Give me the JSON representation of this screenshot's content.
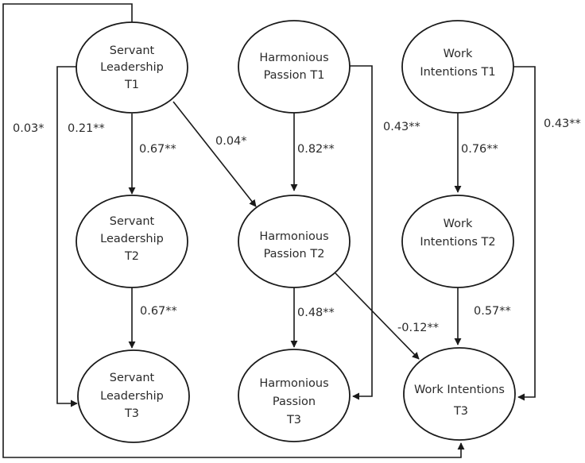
{
  "diagram": {
    "type": "path-model",
    "colors": {
      "stroke": "#1a1a1a",
      "text": "#2b2b2b",
      "background": "#ffffff"
    },
    "nodes": {
      "sl1": {
        "lines": [
          "Servant",
          "Leadership",
          "T1"
        ]
      },
      "hp1": {
        "lines": [
          "Harmonious",
          "Passion T1"
        ]
      },
      "wi1": {
        "lines": [
          "Work",
          "Intentions T1"
        ]
      },
      "sl2": {
        "lines": [
          "Servant",
          "Leadership",
          "T2"
        ]
      },
      "hp2": {
        "lines": [
          "Harmonious",
          "Passion T2"
        ]
      },
      "wi2": {
        "lines": [
          "Work",
          "Intentions T2"
        ]
      },
      "sl3": {
        "lines": [
          "Servant",
          "Leadership",
          "T3"
        ]
      },
      "hp3": {
        "lines": [
          "Harmonious",
          "Passion",
          "T3"
        ]
      },
      "wi3": {
        "lines": [
          "Work Intentions",
          "T3"
        ]
      }
    },
    "edges": {
      "sl1_wi3": {
        "from": "Servant Leadership T1",
        "to": "Work Intentions T3",
        "label": "0.03*"
      },
      "sl1_sl3": {
        "from": "Servant Leadership T1",
        "to": "Servant Leadership T3",
        "label": "0.21**"
      },
      "sl1_sl2": {
        "from": "Servant Leadership T1",
        "to": "Servant Leadership T2",
        "label": "0.67**"
      },
      "sl1_hp2": {
        "from": "Servant Leadership T1",
        "to": "Harmonious Passion T2",
        "label": "0.04*"
      },
      "hp1_hp2": {
        "from": "Harmonious Passion T1",
        "to": "Harmonious Passion T2",
        "label": "0.82**"
      },
      "hp1_hp3": {
        "from": "Harmonious Passion T1",
        "to": "Harmonious Passion T3",
        "label": "0.43**"
      },
      "wi1_wi2": {
        "from": "Work Intentions T1",
        "to": "Work Intentions T2",
        "label": "0.76**"
      },
      "wi1_wi3": {
        "from": "Work Intentions T1",
        "to": "Work Intentions T3",
        "label": "0.43**"
      },
      "sl2_sl3": {
        "from": "Servant Leadership T2",
        "to": "Servant Leadership T3",
        "label": "0.67**"
      },
      "hp2_hp3": {
        "from": "Harmonious Passion T2",
        "to": "Harmonious Passion T3",
        "label": "0.48**"
      },
      "hp2_wi3": {
        "from": "Harmonious Passion T2",
        "to": "Work Intentions T3",
        "label": "-0.12**"
      },
      "wi2_wi3": {
        "from": "Work Intentions T2",
        "to": "Work Intentions T3",
        "label": "0.57**"
      }
    }
  }
}
